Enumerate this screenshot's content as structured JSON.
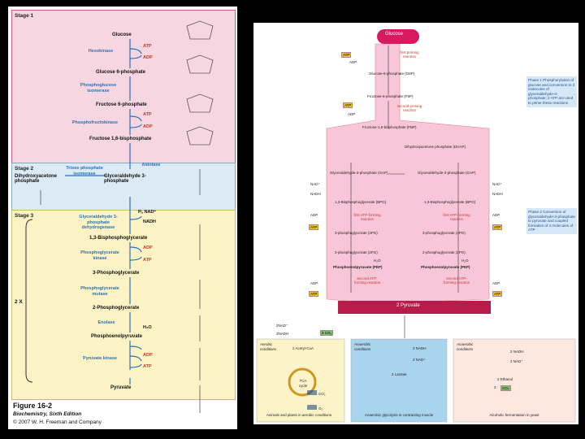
{
  "figure": {
    "title": "Figure 16-2",
    "subtitle": "Biochemistry, Sixth Edition",
    "copyright": "© 2007 W. H. Freeman and Company"
  },
  "stages": [
    {
      "label": "Stage 1"
    },
    {
      "label": "Stage 2"
    },
    {
      "label": "Stage 3"
    }
  ],
  "molecules": {
    "glucose": "Glucose",
    "g6p": "Glucose 6-phosphate",
    "f6p": "Fructose 6-phosphate",
    "fbp": "Fructose 1,6-bisphosphate",
    "dhap": "Dihydroxyacetone phosphate",
    "gap": "Glyceraldehyde 3-phosphate",
    "bpg": "1,3-Bisphosphoglycerate",
    "pg3": "3-Phosphoglycerate",
    "pg2": "2-Phosphoglycerate",
    "pep": "Phosphoenolpyruvate",
    "pyr": "Pyruvate"
  },
  "enzymes": {
    "hexokinase": "Hexokinase",
    "pgi": "Phosphoglucose isomerase",
    "pfk": "Phosphofructokinase",
    "aldolase": "Aldolase",
    "tpi": "Triose phosphate isomerase",
    "gapdh": "Glyceraldehyde 3-phosphate dehydrogenase",
    "pgk": "Phosphoglycerate kinase",
    "pgm": "Phosphoglycerate mutase",
    "enolase": "Enolase",
    "pk": "Pyruvate kinase"
  },
  "cofactors": {
    "atp": "ATP",
    "adp": "ADP",
    "pi_nad": "Pᵢ, NAD⁺",
    "nadh": "NADH",
    "h2o": "H₂O",
    "two_x": "2 X"
  },
  "right": {
    "glucose": "Glucose",
    "first_priming": "first priming reaction",
    "g6p": "Glucose-6-phosphate (G6P)",
    "f6p": "Fructose-6-phosphate (F6P)",
    "second_priming": "second priming reaction",
    "fbp": "Fructose-1,6-bisphosphate (FBP)",
    "dhap": "Dihydroxyacetone phosphate (DHAP)",
    "gap_l": "Glyceraldehyde-3-phosphate (GAP)",
    "gap_r": "Glyceraldehyde-3-phosphate (GAP)",
    "bpg_l": "1,3-Bisphosphoglycerate (BPG)",
    "bpg_r": "1,3-Bisphosphoglycerate (BPG)",
    "first_atp_l": "first ATP-forming reaction",
    "first_atp_r": "first ATP-forming reaction",
    "pg3_l": "3-phosphoglycerate (3PG)",
    "pg3_r": "3-phosphoglycerate (3PG)",
    "pg2_l": "2-phosphoglycerate (2PG)",
    "pg2_r": "2-phosphoglycerate (2PG)",
    "pep_l": "Phosphoenolpyruvate (PEP)",
    "pep_r": "Phosphoenolpyruvate (PEP)",
    "second_atp_l": "second ATP-forming reaction",
    "second_atp_r": "second ATP-forming reaction",
    "pyruvate": "2 Pyruvate",
    "atp": "ATP",
    "adp": "ADP",
    "nad": "NAD⁺",
    "nadh": "NADH",
    "h2o": "H₂O",
    "phase1": "Phase 1 Phosphorylation of glucose and conversion to 2 molecules of glyceraldehyde-3-phosphate; 2 ATP are used to prime these reactions",
    "phase2": "Phase 2 Conversion of glyceraldehyde-3-phosphate to pyruvate and coupled formation of 4 molecules of ATP",
    "aerobic": "Aerobic conditions",
    "anaerobic": "Anaerobic conditions",
    "anaerobic2": "Anaerobic conditions",
    "acetyl": "2 Acetyl-CoA",
    "tca": "TCA cycle",
    "co2": "CO₂",
    "o2": "O₂",
    "lactate": "2 Lactate",
    "ethanol": "2 Ethanol",
    "nadh2": "2 NADH",
    "nad2": "2 NAD⁺",
    "co2_2": "2 CO₂",
    "cap_aer": "Animals and plants in aerobic conditions",
    "cap_ana": "Anaerobic glycolysis in contracting muscle",
    "cap_alc": "Alcoholic fermentation in yeast",
    "two_nadh": "2NADH",
    "two_nadp": "2NAD⁺",
    "two_co2": "2 CO₂",
    "two": "2"
  },
  "colors": {
    "stage1": "#f6d6e0",
    "stage2": "#dbeaf5",
    "stage3": "#fbf3c3",
    "enzyme": "#2b72b8",
    "cofactor": "#c0392b",
    "pink": "#f8c6d8",
    "pinkdark": "#c2185b"
  }
}
